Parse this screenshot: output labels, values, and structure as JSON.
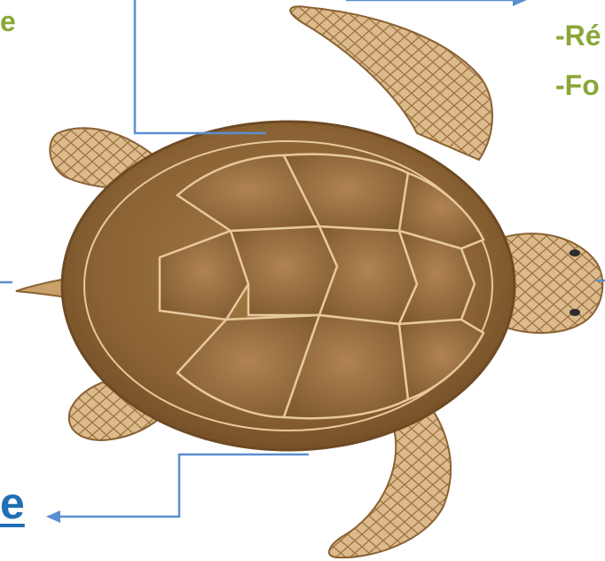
{
  "labels": {
    "top_left_fragment": "e",
    "right_line_1": "-Ré",
    "right_line_2": "-Fo",
    "bottom_left_fragment": "e"
  },
  "colors": {
    "label_green": "#8aa838",
    "label_blue": "#1f6fb4",
    "leader_line": "#5b8fcf",
    "shell_brown": "#8a6233",
    "skin_tan": "#d9b585"
  }
}
